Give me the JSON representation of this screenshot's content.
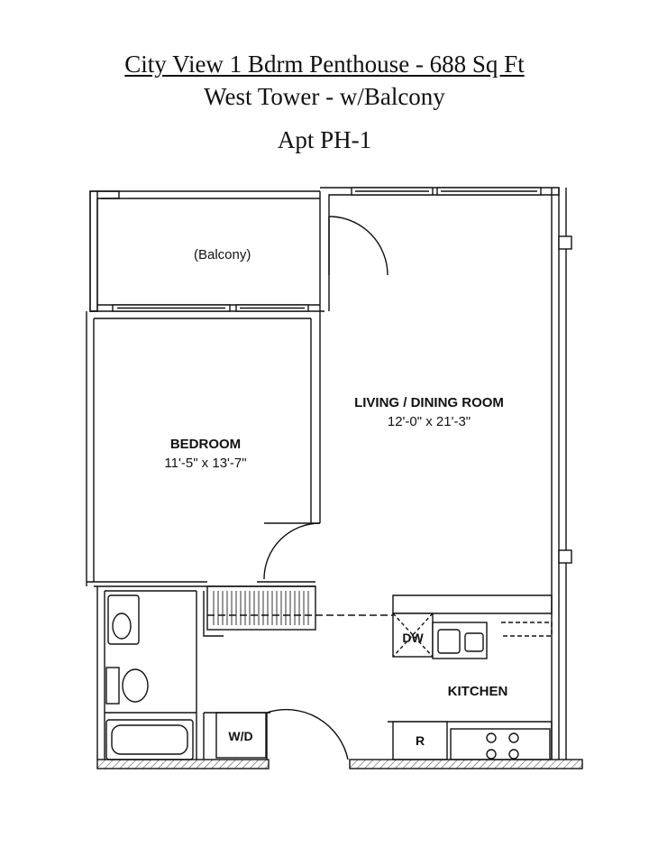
{
  "header": {
    "title": "City View 1 Bdrm Penthouse - 688 Sq Ft",
    "subtitle": "West Tower - w/Balcony",
    "unit": "Apt PH-1"
  },
  "rooms": {
    "balcony": {
      "label": "(Balcony)"
    },
    "bedroom": {
      "label": "BEDROOM",
      "dimensions": "11'-5\" x 13'-7\""
    },
    "living": {
      "label": "LIVING / DINING ROOM",
      "dimensions": "12'-0\" x 21'-3\""
    },
    "kitchen": {
      "label": "KITCHEN"
    }
  },
  "fixtures": {
    "dishwasher": "DW",
    "refrigerator": "R",
    "washer_dryer": "W/D"
  },
  "colors": {
    "line": "#111111",
    "hatch": "#555555",
    "background": "#ffffff"
  }
}
